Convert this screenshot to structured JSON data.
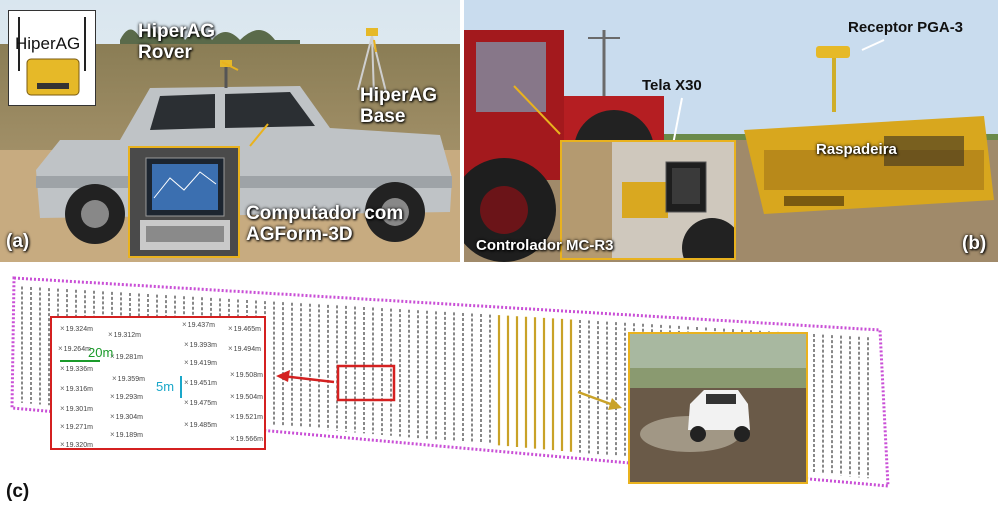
{
  "panel_a": {
    "logo_text": "HiperAG",
    "rover_label_line1": "HiperAG",
    "rover_label_line2": "Rover",
    "base_label_line1": "HiperAG",
    "base_label_line2": "Base",
    "computer_label_line1": "Computador com",
    "computer_label_line2": "AGForm-3D",
    "panel_tag": "(a)"
  },
  "panel_b": {
    "receiver_label": "Receptor PGA-3",
    "screen_label": "Tela X30",
    "scraper_label": "Raspadeira",
    "controller_label": "Controlador MC-R3",
    "panel_tag": "(b)"
  },
  "panel_c": {
    "panel_tag": "(c)",
    "scale_20m": "20m",
    "scale_5m": "5m",
    "points": [
      "19.324m",
      "19.312m",
      "19.437m",
      "19.465m",
      "19.264m",
      "19.281m",
      "19.393m",
      "19.494m",
      "19.336m",
      "19.419m",
      "19.359m",
      "19.451m",
      "19.508m",
      "19.316m",
      "19.293m",
      "19.504m",
      "19.301m",
      "19.475m",
      "19.304m",
      "19.521m",
      "19.271m",
      "19.189m",
      "19.485m",
      "19.320m",
      "19.566m"
    ]
  },
  "colors": {
    "inset_border": "#e9b21e",
    "highlight_red": "#d42020",
    "boundary_magenta": "#c94fd6",
    "scale_green": "#1a9a2a",
    "scale_cyan": "#1aa7c9",
    "track_gold": "#c9a227",
    "track_gray": "#555555"
  }
}
